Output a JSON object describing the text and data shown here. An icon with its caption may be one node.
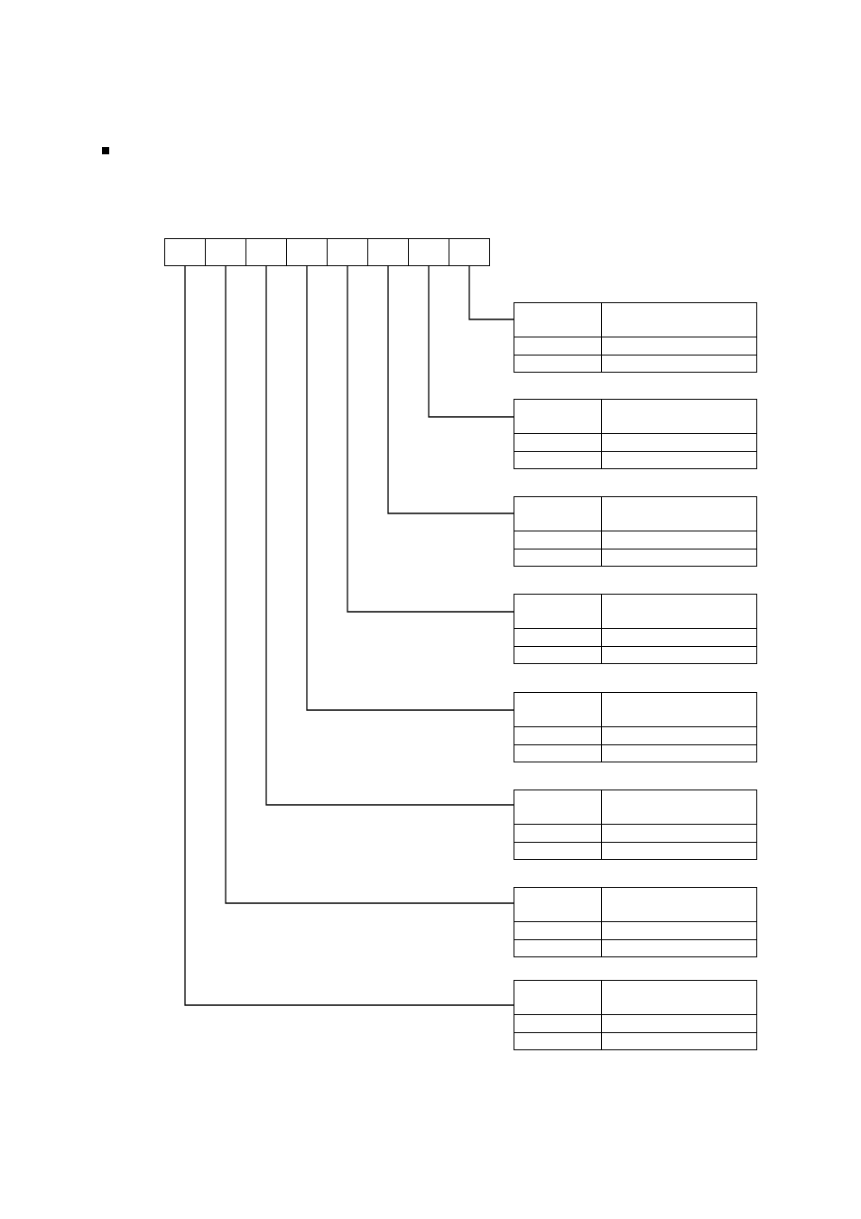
{
  "diagram": {
    "nodes": [
      {
        "text": [],
        "shape": "box"
      },
      {
        "text": [],
        "shape": "box"
      },
      {
        "text": [],
        "shape": "box"
      },
      {
        "text": [],
        "shape": "box"
      },
      {
        "text": [],
        "shape": "box"
      },
      {
        "text": [],
        "shape": "box"
      },
      {
        "text": [],
        "shape": "box"
      },
      {
        "text": [],
        "shape": "box"
      },
      {
        "text": [],
        "shape": "table"
      },
      {
        "text": [],
        "shape": "table"
      },
      {
        "text": [],
        "shape": "table"
      },
      {
        "text": [],
        "shape": "table"
      },
      {
        "text": [],
        "shape": "table"
      },
      {
        "text": [],
        "shape": "table"
      },
      {
        "text": [],
        "shape": "table"
      },
      {
        "text": [],
        "shape": "table"
      }
    ],
    "edges": [
      {
        "from": 7,
        "to": 8,
        "arrow": "none"
      },
      {
        "from": 6,
        "to": 9,
        "arrow": "none"
      },
      {
        "from": 5,
        "to": 10,
        "arrow": "none"
      },
      {
        "from": 4,
        "to": 11,
        "arrow": "none"
      },
      {
        "from": 3,
        "to": 12,
        "arrow": "none"
      },
      {
        "from": 2,
        "to": 13,
        "arrow": "none"
      },
      {
        "from": 1,
        "to": 14,
        "arrow": "none"
      },
      {
        "from": 0,
        "to": 15,
        "arrow": "none"
      }
    ]
  }
}
